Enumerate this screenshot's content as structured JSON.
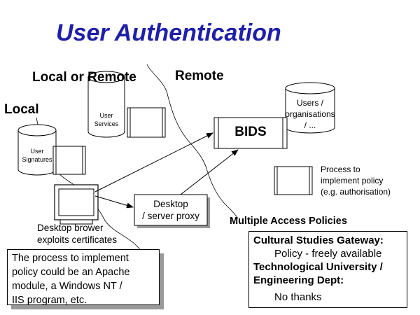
{
  "title": "User Authentication",
  "zones": {
    "local": "Local",
    "local_or_remote": "Local or Remote",
    "remote": "Remote"
  },
  "user_services": [
    "User",
    "Services"
  ],
  "user_signatures": [
    "User",
    "Signatures"
  ],
  "users_orgs": [
    "Users /",
    "organisations",
    "/ ..."
  ],
  "bids": "BIDS",
  "process_legend": [
    "Process to",
    "implement policy",
    "(e.g. authorisation)"
  ],
  "desktop_proxy": [
    "Desktop",
    "/ server proxy"
  ],
  "desktop_browser": [
    "Desktop brower",
    "exploits certificates"
  ],
  "multiple_access_policies": "Multiple Access Policies",
  "policies": {
    "gateway_heading": "Cultural Studies Gateway:",
    "gateway_policy": "Policy - freely available",
    "university_heading_1": "Technological University /",
    "university_heading_2": "Engineering Dept:",
    "university_policy": "No thanks"
  },
  "note": [
    "The process to implement",
    "policy could be an Apache",
    "module, a Windows NT /",
    "IIS program, etc."
  ]
}
